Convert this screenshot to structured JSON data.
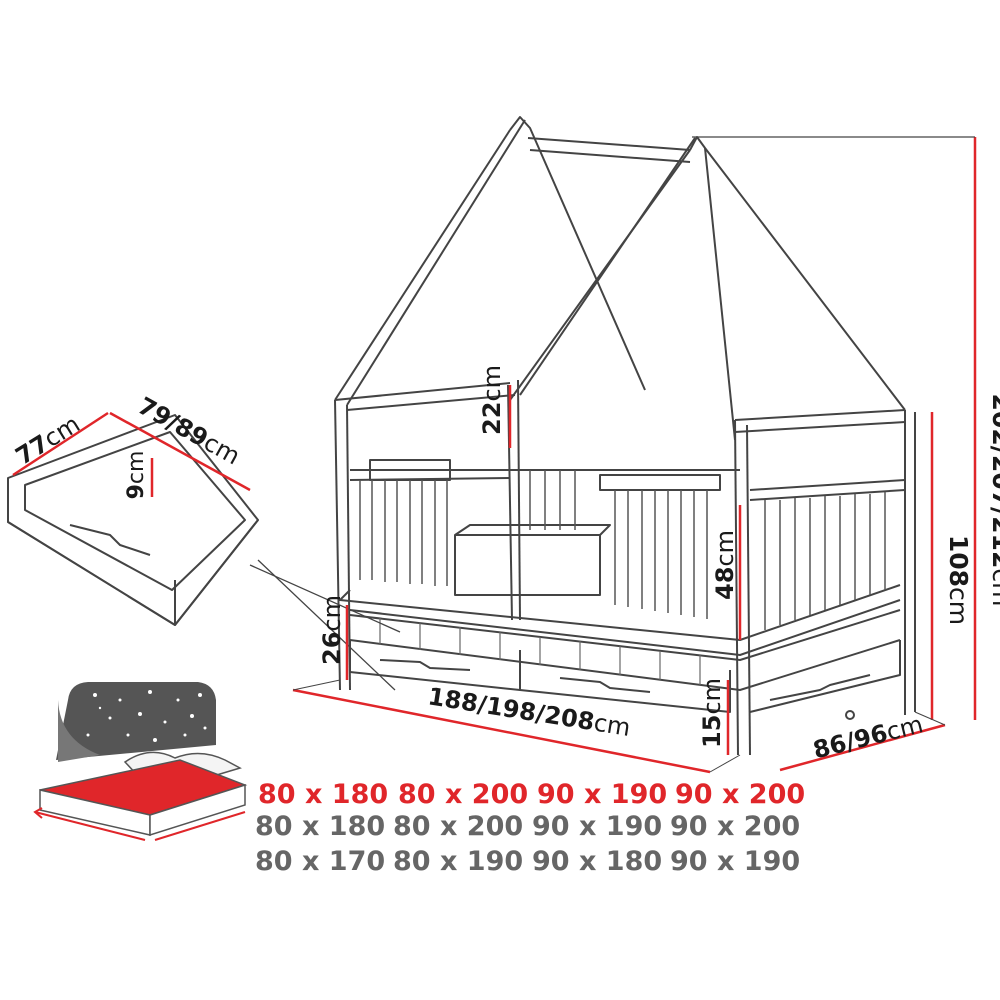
{
  "dimensions": {
    "total_height": {
      "value": "202/207/212",
      "unit": "cm"
    },
    "side_height": {
      "value": "108",
      "unit": "cm"
    },
    "roof_gap": {
      "value": "22",
      "unit": "cm"
    },
    "guard_height": {
      "value": "48",
      "unit": "cm"
    },
    "underbed_height": {
      "value": "26",
      "unit": "cm"
    },
    "drawer_clearance": {
      "value": "15",
      "unit": "cm"
    },
    "length": {
      "value": "188/198/208",
      "unit": "cm"
    },
    "width": {
      "value": "86/96",
      "unit": "cm"
    },
    "drawer_depth": {
      "value": "77",
      "unit": "cm"
    },
    "drawer_width": {
      "value": "79/89",
      "unit": "cm"
    },
    "drawer_height": {
      "value": "9",
      "unit": "cm"
    }
  },
  "mattress_sizes": {
    "colors": {
      "primary": "#e0262a",
      "secondary": "#666666"
    },
    "columns": [
      {
        "primary": "80 x 180",
        "alt": [
          "80 x 180",
          "80 x 170"
        ]
      },
      {
        "primary": "80 x 200",
        "alt": [
          "80 x 200",
          "80 x 190"
        ]
      },
      {
        "primary": "90 x 190",
        "alt": [
          "90 x 190",
          "90 x 180"
        ]
      },
      {
        "primary": "90 x 200",
        "alt": [
          "90 x 200",
          "90 x 190"
        ]
      }
    ]
  },
  "icons": {
    "mattress": "mattress-icon",
    "night_sky": "starry-night-icon"
  }
}
